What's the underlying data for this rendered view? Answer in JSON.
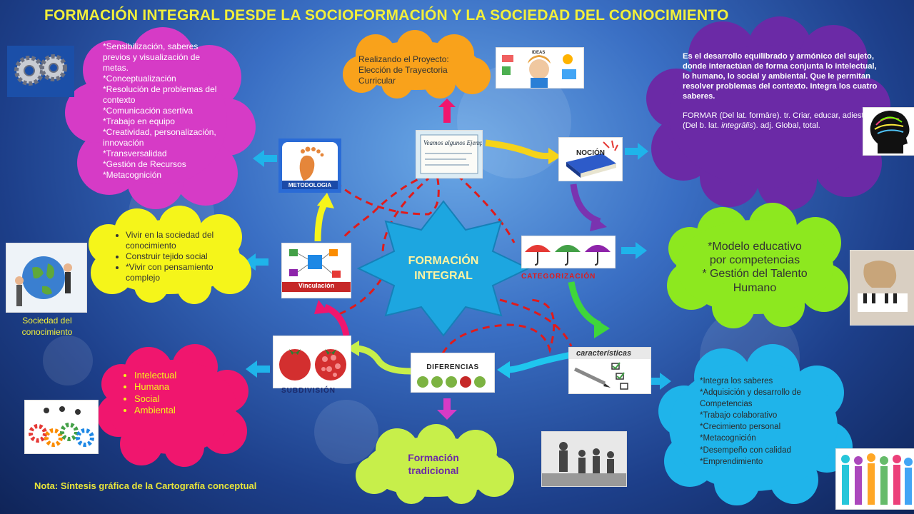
{
  "title": "FORMACIÓN INTEGRAL DESDE LA SOCIOFORMACIÓN Y LA SOCIEDAD DEL CONOCIMIENTO",
  "center": {
    "line1": "FORMACIÓN",
    "line2": "INTEGRAL"
  },
  "nodes": {
    "metodologia": {
      "label": "METODOLOGIA"
    },
    "vinculacion": {
      "label": "Vinculación"
    },
    "subdivision": {
      "label": "SUBDIVISIÓN"
    },
    "diferencias": {
      "label": "DIFERENCIAS"
    },
    "caracteristicas": {
      "label": "características"
    },
    "categorizacion": {
      "label": "CATEGORIZACIÓN"
    },
    "nocion": {
      "label": "NOCIÓN"
    },
    "veamos": {
      "label": "Veamos algunos Ejemplos"
    },
    "ideas": {
      "label": "IDEAS"
    }
  },
  "metodologia_items": [
    "*Sensibilización, saberes previos y visualización de metas.",
    "*Conceptualización",
    "*Resolución de problemas del contexto",
    "*Comunicación asertiva",
    "*Trabajo en equipo",
    "*Creatividad, personalización, innovación",
    "*Transversalidad",
    "*Gestión de Recursos",
    "*Metacognición"
  ],
  "proyecto": {
    "line1": "Realizando el Proyecto:",
    "line2": "Elección de Trayectoria",
    "line3": "Curricular"
  },
  "nocion_text": {
    "bold": "Es el desarrollo equilibrado y armónico del sujeto, donde interactúan de forma conjunta lo intelectual, lo humano, lo social y ambiental. Que le permitan resolver problemas del contexto. Integra los cuatro saberes.",
    "formar": "FORMAR (Del lat. formāre).  tr. Criar, educar, adiestrar.",
    "integral_a": "(Del b. lat. ",
    "integral_b": "integrālis",
    "integral_c": "). adj. Global, total."
  },
  "sociedad_items": [
    "Vivir en la sociedad del conocimiento",
    "Construir tejido social",
    "*Vivir con pensamiento complejo"
  ],
  "sociedad_caption": {
    "line1": "Sociedad del",
    "line2": "conocimiento"
  },
  "modelo": {
    "line1": "*Modelo educativo",
    "line2": "por competencias",
    "line3": "* Gestión del Talento",
    "line4": "Humano"
  },
  "subdivision_items": [
    "Intelectual",
    "Humana",
    "Social",
    "Ambiental"
  ],
  "caracteristicas_items": [
    "*Integra los saberes",
    "*Adquisición y desarrollo de Competencias",
    "*Trabajo colaborativo",
    "*Crecimiento personal",
    "*Metacognición",
    "*Desempeño con calidad",
    "*Emprendimiento"
  ],
  "tradicional": {
    "line1": "Formación",
    "line2": "tradicional"
  },
  "note": "Nota: Síntesis gráfica de la Cartografía conceptual",
  "colors": {
    "title": "#f2ef3a",
    "magenta": "#d63bc6",
    "orange": "#f9a21b",
    "purple": "#6b2aa6",
    "yellow": "#f5f51a",
    "green": "#8de81f",
    "pink": "#f0166e",
    "cyan": "#1fb4ea",
    "lime": "#c7ef4a",
    "center": "#1da6e0"
  }
}
